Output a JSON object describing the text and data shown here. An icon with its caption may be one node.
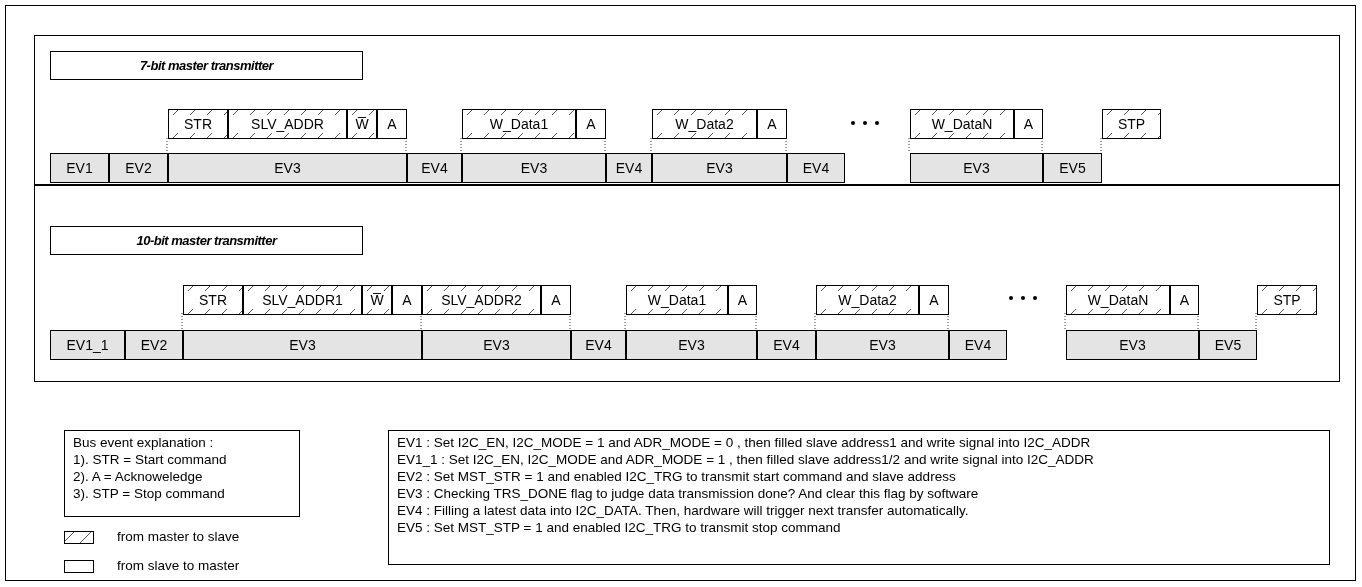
{
  "diagram": {
    "nodes": [
      {
        "text": [
          "7-bit master transmitter"
        ]
      },
      {
        "text": [
          "STR"
        ],
        "in": 0
      },
      {
        "text": [
          "SLV_ADDR"
        ],
        "in": 0
      },
      {
        "text": [
          "W̅"
        ],
        "in": 0
      },
      {
        "text": [
          "A"
        ],
        "in": 0
      },
      {
        "text": [
          "W_Data1"
        ],
        "in": 0
      },
      {
        "text": [
          "A"
        ],
        "in": 0
      },
      {
        "text": [
          "W_Data2"
        ],
        "in": 0
      },
      {
        "text": [
          "A"
        ],
        "in": 0
      },
      {
        "text": [
          "W_DataN"
        ],
        "in": 0
      },
      {
        "text": [
          "A"
        ],
        "in": 0
      },
      {
        "text": [
          "STP"
        ],
        "in": 0
      },
      {
        "text": [
          "EV1"
        ],
        "in": 0
      },
      {
        "text": [
          "EV2"
        ],
        "in": 0
      },
      {
        "text": [
          "EV3"
        ],
        "in": 0
      },
      {
        "text": [
          "EV4"
        ],
        "in": 0
      },
      {
        "text": [
          "EV3"
        ],
        "in": 0
      },
      {
        "text": [
          "EV4"
        ],
        "in": 0
      },
      {
        "text": [
          "EV3"
        ],
        "in": 0
      },
      {
        "text": [
          "EV4"
        ],
        "in": 0
      },
      {
        "text": [
          "EV3"
        ],
        "in": 0
      },
      {
        "text": [
          "EV5"
        ],
        "in": 0
      },
      {
        "text": [
          "10-bit master transmitter"
        ]
      },
      {
        "text": [
          "STR"
        ],
        "in": 22
      },
      {
        "text": [
          "SLV_ADDR1"
        ],
        "in": 22
      },
      {
        "text": [
          "W̅"
        ],
        "in": 22
      },
      {
        "text": [
          "A"
        ],
        "in": 22
      },
      {
        "text": [
          "SLV_ADDR2"
        ],
        "in": 22
      },
      {
        "text": [
          "A"
        ],
        "in": 22
      },
      {
        "text": [
          "W_Data1"
        ],
        "in": 22
      },
      {
        "text": [
          "A"
        ],
        "in": 22
      },
      {
        "text": [
          "W_Data2"
        ],
        "in": 22
      },
      {
        "text": [
          "A"
        ],
        "in": 22
      },
      {
        "text": [
          "W_DataN"
        ],
        "in": 22
      },
      {
        "text": [
          "A"
        ],
        "in": 22
      },
      {
        "text": [
          "STP"
        ],
        "in": 22
      },
      {
        "text": [
          "EV1_1"
        ],
        "in": 22
      },
      {
        "text": [
          "EV2"
        ],
        "in": 22
      },
      {
        "text": [
          "EV3"
        ],
        "in": 22
      },
      {
        "text": [
          "EV3"
        ],
        "in": 22
      },
      {
        "text": [
          "EV4"
        ],
        "in": 22
      },
      {
        "text": [
          "EV3"
        ],
        "in": 22
      },
      {
        "text": [
          "EV4"
        ],
        "in": 22
      },
      {
        "text": [
          "EV3"
        ],
        "in": 22
      },
      {
        "text": [
          "EV4"
        ],
        "in": 22
      },
      {
        "text": [
          "EV3"
        ],
        "in": 22
      },
      {
        "text": [
          "EV5"
        ],
        "in": 22
      },
      {
        "text": [
          "Bus event explanation :",
          "1). STR = Start command",
          "2). A = Acknoweledge",
          "3). STP = Stop command"
        ]
      },
      {
        "text": [
          "EV1 : Set I2C_EN, I2C_MODE = 1 and ADR_MODE = 0 , then filled slave address1 and write signal into I2C_ADDR",
          "EV1_1 : Set I2C_EN, I2C_MODE and ADR_MODE = 1 , then filled slave address1/2 and write signal into I2C_ADDR",
          "EV2 : Set MST_STR = 1 and enabled I2C_TRG to transmit start command and slave address",
          "EV3 : Checking TRS_DONE flag to judge data transmission done? And clear this flag by software",
          "EV4 : Filling a latest data into I2C_DATA. Then, hardware will trigger next transfer automatically.",
          "EV5 : Set MST_STP = 1 and enabled I2C_TRG to transmit stop command"
        ]
      }
    ],
    "edges": [],
    "legend": [
      {
        "text": "from master to slave"
      },
      {
        "text": "from slave to master"
      }
    ]
  }
}
